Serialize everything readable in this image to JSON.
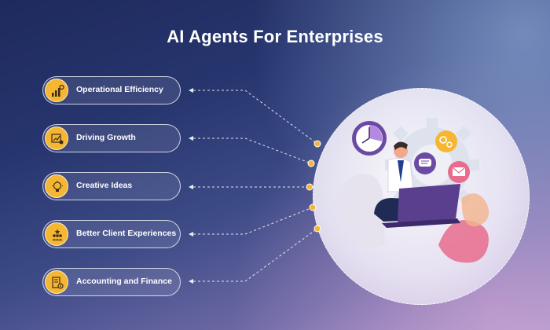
{
  "title": "AI Agents For Enterprises",
  "items": [
    {
      "label": "Operational Efficiency",
      "icon": "efficiency-chart-icon"
    },
    {
      "label": "Driving Growth",
      "icon": "growth-chart-icon"
    },
    {
      "label": "Creative Ideas",
      "icon": "lightbulb-icon"
    },
    {
      "label": "Better Client Experiences",
      "icon": "clients-icon"
    },
    {
      "label": "Accounting and Finance",
      "icon": "finance-document-icon"
    }
  ],
  "illustration": "person-with-laptop-and-gear-illustration",
  "colors": {
    "accent": "#f5b731",
    "illustration_purple": "#6b4aa3",
    "illustration_pink": "#e86c8c"
  }
}
